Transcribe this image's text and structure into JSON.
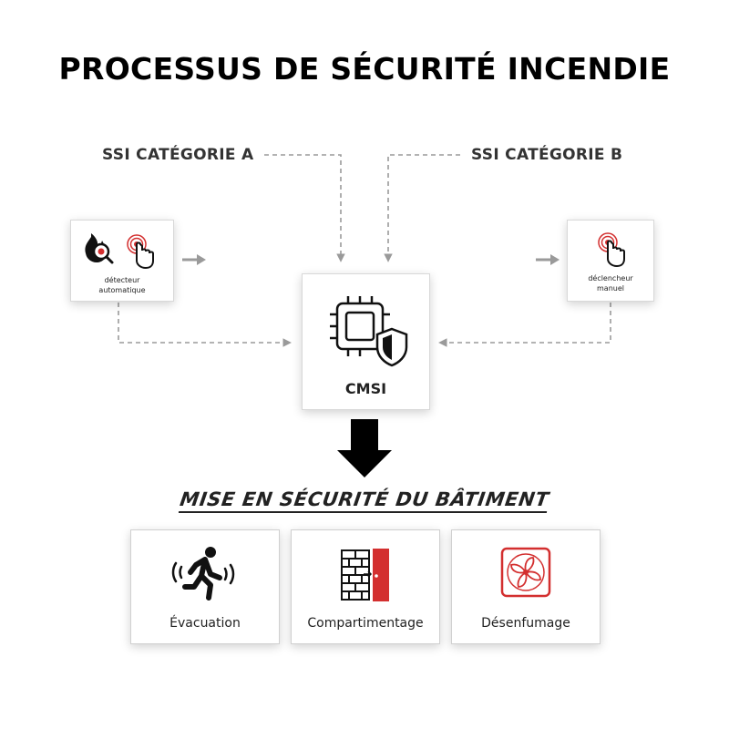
{
  "title": "PROCESSUS DE SÉCURITÉ INCENDIE",
  "categories": {
    "a": "SSI CATÉGORIE A",
    "b": "SSI CATÉGORIE B"
  },
  "nodes": {
    "detecteur": "détecteur automatique",
    "declencheur": "déclencheur manuel",
    "cmsi": "CMSI"
  },
  "subtitle": "MISE EN SÉCURITÉ DU BÂTIMENT",
  "actions": [
    {
      "label": "Évacuation",
      "icon": "running-person-icon"
    },
    {
      "label": "Compartimentage",
      "icon": "fire-door-icon"
    },
    {
      "label": "Désenfumage",
      "icon": "extraction-fan-icon"
    }
  ],
  "colors": {
    "accent_red": "#d32f2f",
    "connector_grey": "#9a9a9a",
    "text": "#111111"
  }
}
